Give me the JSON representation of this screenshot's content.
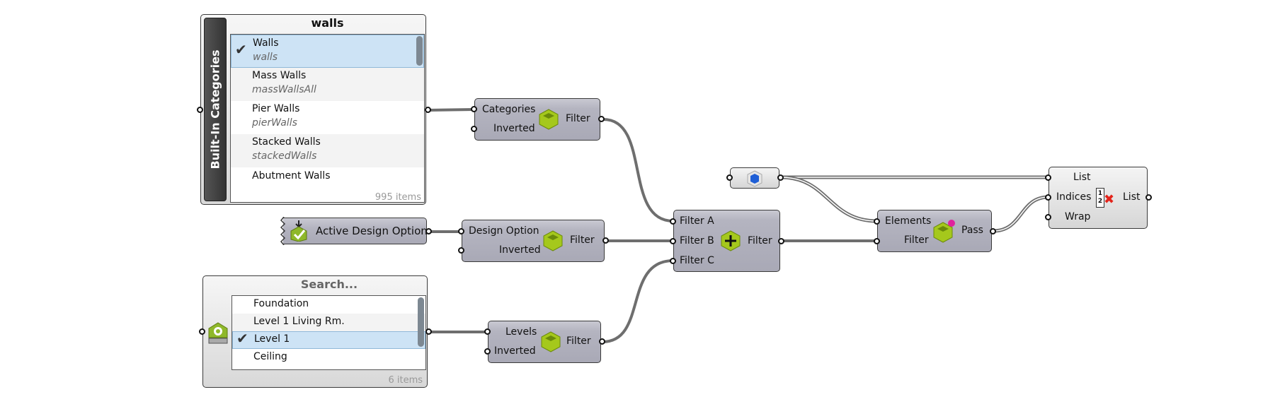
{
  "canvas": {
    "background": "#ffffff",
    "wire_color": "#6e6e6e",
    "node_color": "#adadb9"
  },
  "categories_list": {
    "sidebar_label": "Built-In Categories",
    "header": "walls",
    "items": [
      {
        "name": "Walls",
        "sub": "walls",
        "selected": true
      },
      {
        "name": "Mass Walls",
        "sub": "massWallsAll",
        "selected": false
      },
      {
        "name": "Pier Walls",
        "sub": "pierWalls",
        "selected": false
      },
      {
        "name": "Stacked Walls",
        "sub": "stackedWalls",
        "selected": false
      },
      {
        "name": "Abutment Walls",
        "sub": "",
        "selected": false
      }
    ],
    "count": "995 items",
    "check_glyph": "✔"
  },
  "active_design_option": {
    "label": "Active Design Option",
    "icon": "design-option-icon"
  },
  "levels_list": {
    "header": "Search...",
    "items": [
      {
        "name": "Foundation",
        "selected": false
      },
      {
        "name": "Level 1 Living Rm.",
        "selected": false
      },
      {
        "name": "Level 1",
        "selected": true
      },
      {
        "name": "Ceiling",
        "selected": false
      }
    ],
    "count": "6 items",
    "check_glyph": "✔",
    "icon": "level-picker-icon"
  },
  "category_filter": {
    "inputs": [
      "Categories",
      "Inverted"
    ],
    "output": "Filter",
    "icon": "filter-cube-icon"
  },
  "design_option_filter": {
    "inputs": [
      "Design Option",
      "Inverted"
    ],
    "output": "Filter",
    "icon": "filter-cube-icon"
  },
  "level_filter": {
    "inputs": [
      "Levels",
      "Inverted"
    ],
    "output": "Filter",
    "icon": "filter-cube-icon"
  },
  "logical_and": {
    "inputs": [
      "Filter A",
      "Filter B",
      "Filter C"
    ],
    "output": "Filter",
    "icon": "plus-hex-icon",
    "glyph": "+"
  },
  "element_param": {
    "icon": "element-hex-icon"
  },
  "pass_filter": {
    "inputs": [
      "Elements",
      "Filter"
    ],
    "output": "Pass",
    "icon": "pass-cube-icon"
  },
  "cull_index": {
    "inputs": [
      "List",
      "Indices",
      "Wrap"
    ],
    "output": "List",
    "icon": "cull-index-icon",
    "glyph_1": "1",
    "glyph_2": "2",
    "glyph_x": "✖"
  }
}
